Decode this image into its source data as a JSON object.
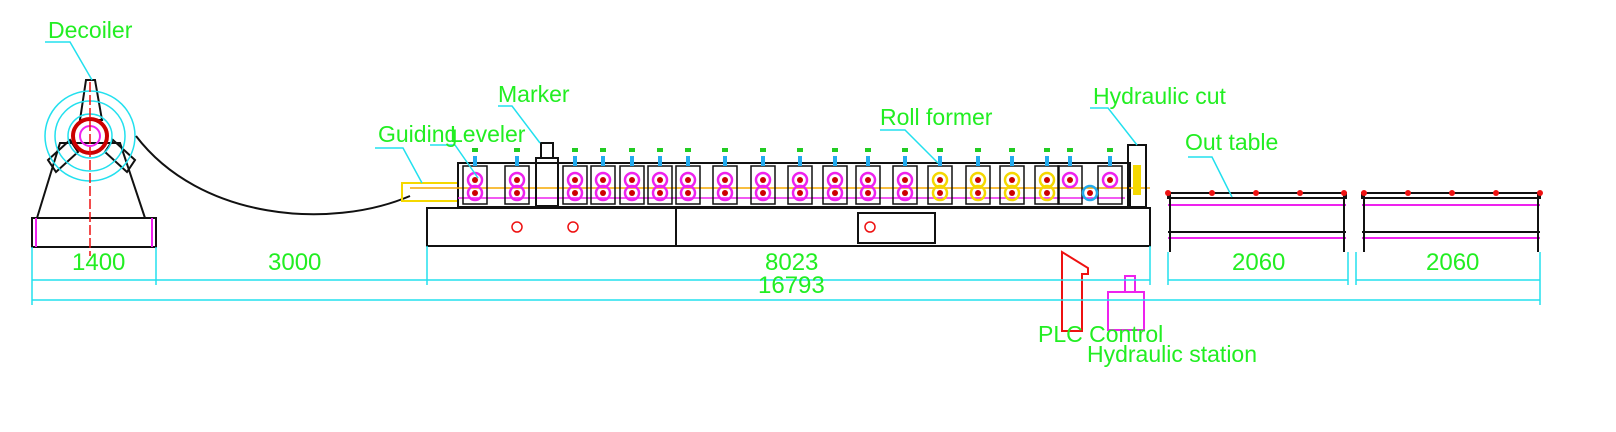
{
  "title": "Roll forming line layout",
  "labels": {
    "decoiler": "Decoiler",
    "guiding": "Guiding",
    "leveler": "Leveler",
    "marker": "Marker",
    "roll_former": "Roll former",
    "hydraulic_cut": "Hydraulic cut",
    "out_table": "Out table",
    "plc_control": "PLC Control",
    "hydraulic_station": "Hydraulic station"
  },
  "dimensions": {
    "decoiler_width": "1400",
    "gap": "3000",
    "machine_length": "8023",
    "out_table_1": "2060",
    "out_table_2": "2060",
    "total_length": "16793"
  },
  "colors": {
    "label": "#22ee22",
    "dimension_line": "#22e0ee",
    "outline": "#111111",
    "magenta": "#ee22ee",
    "red": "#ee1111",
    "yellow": "#f5d800"
  }
}
